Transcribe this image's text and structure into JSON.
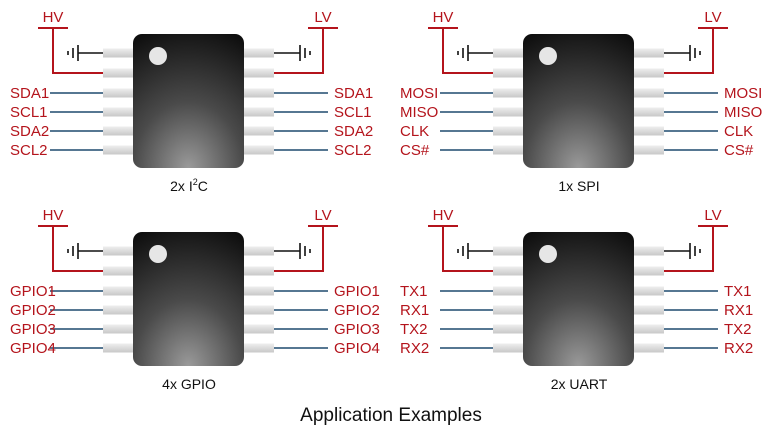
{
  "title": "Application Examples",
  "colors": {
    "rail": "#b4141c",
    "signal_line": "#1e4a6e",
    "ground": "#111111",
    "pin_fill": "#dcdcdc",
    "chip_top": "#111111",
    "chip_bottom": "#8a8a8a",
    "label": "#b4141c"
  },
  "blocks": [
    {
      "caption": "2x I2C",
      "caption_main": "2x I",
      "caption_sup": "2",
      "caption_tail": "C",
      "hv_label": "HV",
      "lv_label": "LV",
      "left_pins": [
        "SDA1",
        "SCL1",
        "SDA2",
        "SCL2"
      ],
      "right_pins": [
        "SDA1",
        "SCL1",
        "SDA2",
        "SCL2"
      ]
    },
    {
      "caption": "1x SPI",
      "caption_main": "1x SPI",
      "caption_sup": "",
      "caption_tail": "",
      "hv_label": "HV",
      "lv_label": "LV",
      "left_pins": [
        "MOSI",
        "MISO",
        "CLK",
        "CS#"
      ],
      "right_pins": [
        "MOSI",
        "MISO",
        "CLK",
        "CS#"
      ]
    },
    {
      "caption": "4x GPIO",
      "caption_main": "4x GPIO",
      "caption_sup": "",
      "caption_tail": "",
      "hv_label": "HV",
      "lv_label": "LV",
      "left_pins": [
        "GPIO1",
        "GPIO2",
        "GPIO3",
        "GPIO4"
      ],
      "right_pins": [
        "GPIO1",
        "GPIO2",
        "GPIO3",
        "GPIO4"
      ]
    },
    {
      "caption": "2x UART",
      "caption_main": "2x UART",
      "caption_sup": "",
      "caption_tail": "",
      "hv_label": "HV",
      "lv_label": "LV",
      "left_pins": [
        "TX1",
        "RX1",
        "TX2",
        "RX2"
      ],
      "right_pins": [
        "TX1",
        "RX1",
        "TX2",
        "RX2"
      ]
    }
  ]
}
